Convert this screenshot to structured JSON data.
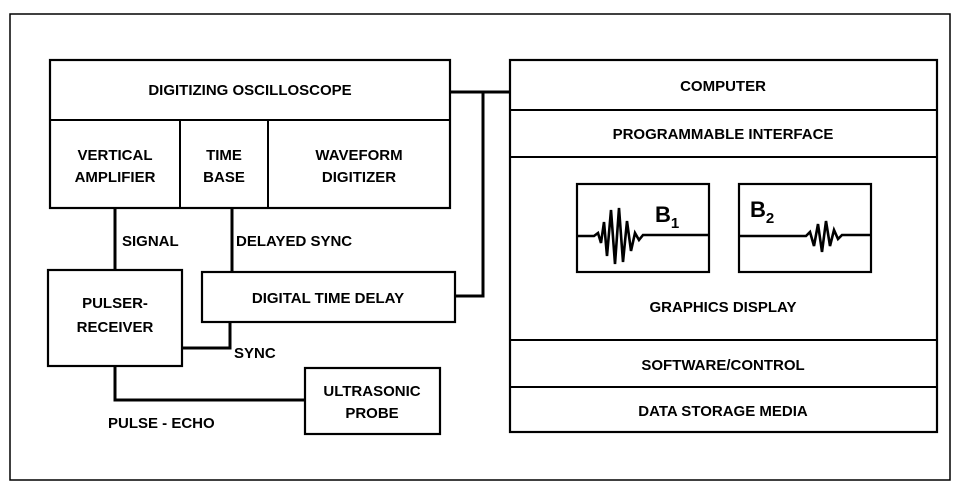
{
  "oscilloscope": {
    "title": "DIGITIZING OSCILLOSCOPE",
    "vertical_amplifier": [
      "VERTICAL",
      "AMPLIFIER"
    ],
    "time_base": [
      "TIME",
      "BASE"
    ],
    "waveform_digitizer": [
      "WAVEFORM",
      "DIGITIZER"
    ]
  },
  "signal_label": "SIGNAL",
  "delayed_sync_label": "DELAYED SYNC",
  "sync_label": "SYNC",
  "pulse_echo_label": "PULSE - ECHO",
  "pulser_receiver": [
    "PULSER-",
    "RECEIVER"
  ],
  "digital_time_delay": "DIGITAL TIME DELAY",
  "ultrasonic_probe": [
    "ULTRASONIC",
    "PROBE"
  ],
  "computer": {
    "title": "COMPUTER",
    "programmable_interface": "PROGRAMMABLE INTERFACE",
    "graphics_display": "GRAPHICS DISPLAY",
    "waveform_b1": {
      "letter": "B",
      "subscript": "1"
    },
    "waveform_b2": {
      "letter": "B",
      "subscript": "2"
    },
    "software_control": "SOFTWARE/CONTROL",
    "data_storage_media": "DATA STORAGE MEDIA"
  }
}
